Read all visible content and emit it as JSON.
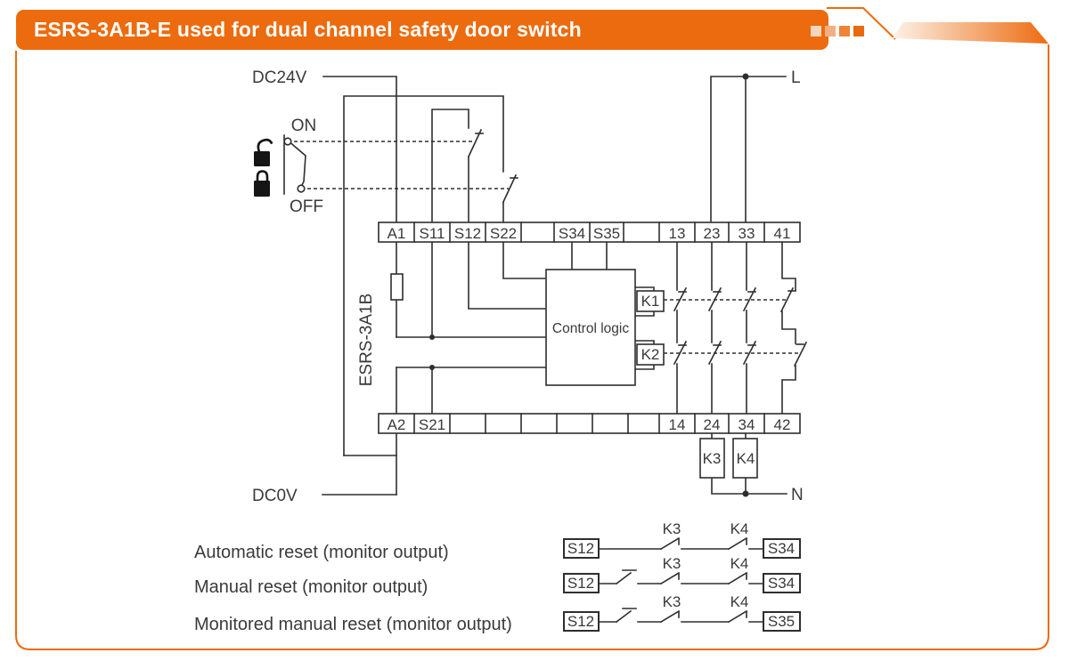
{
  "header": {
    "title": "ESRS-3A1B-E used for dual channel safety door switch"
  },
  "colors": {
    "accent_orange": "#ec6b0e",
    "wire": "#2e2e2e",
    "text": "#3a3a3a",
    "decoration_squares": [
      "#f6d5bd",
      "#f1af83",
      "#ee8434",
      "#ea690f"
    ]
  },
  "diagram": {
    "power": {
      "dc24v": "DC24V",
      "dc0v": "DC0V",
      "line_label": "L",
      "neutral_label": "N"
    },
    "door_switch": {
      "on": "ON",
      "off": "OFF"
    },
    "device_label": "ESRS-3A1B",
    "control_logic": "Control logic",
    "relays": {
      "k1": "K1",
      "k2": "K2",
      "k3": "K3",
      "k4": "K4"
    },
    "terminals_top": [
      "A1",
      "S11",
      "S12",
      "S22",
      "",
      "S34",
      "S35",
      "",
      "13",
      "23",
      "33",
      "41"
    ],
    "terminals_bottom": [
      "A2",
      "S21",
      "",
      "",
      "",
      "",
      "",
      "",
      "14",
      "24",
      "34",
      "42"
    ],
    "reset_modes": [
      {
        "label": "Automatic reset (monitor output)",
        "from": "S12",
        "c1": "K3",
        "c2": "K4",
        "to": "S34",
        "manual": false
      },
      {
        "label": "Manual reset (monitor output)",
        "from": "S12",
        "c1": "K3",
        "c2": "K4",
        "to": "S34",
        "manual": true
      },
      {
        "label": "Monitored manual reset (monitor output)",
        "from": "S12",
        "c1": "K3",
        "c2": "K4",
        "to": "S35",
        "manual": true
      }
    ]
  }
}
